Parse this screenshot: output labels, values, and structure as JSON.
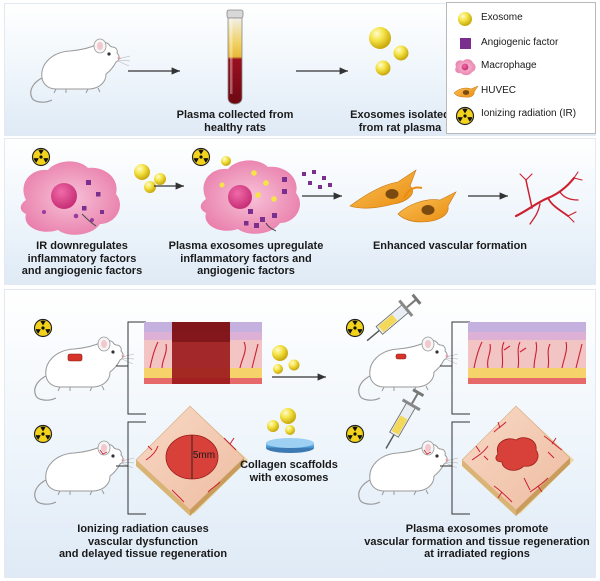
{
  "legend": {
    "exosome": "Exosome",
    "angiogenic_factor": "Angiogenic factor",
    "macrophage": "Macrophage",
    "huvec": "HUVEC",
    "ionizing_radiation": "Ionizing radiation (IR)"
  },
  "row1": {
    "plasma_caption": "Plasma collected from\nhealthy rats",
    "exosome_caption": "Exosomes isolated\nfrom rat plasma"
  },
  "row2": {
    "ir_caption": "IR downregulates\ninflammatory factors\nand angiogenic factors",
    "plasma_exo_caption": "Plasma exosomes upregulate\ninflammatory factors and\nangiogenic factors",
    "vascular_caption": "Enhanced vascular formation"
  },
  "row3": {
    "wound_size": "5mm",
    "scaffold_caption": "Collagen scaffolds\nwith exosomes",
    "left_caption": "Ionizing radiation causes\nvascular dysfunction\nand delayed tissue regeneration",
    "right_caption": "Plasma exosomes promote\nvascular formation and tissue regeneration\nat irradiated regions"
  },
  "colors": {
    "exosome": "#f3e03a",
    "angiogenic_factor": "#7a2e8e",
    "macrophage": "#ef9ac0",
    "huvec": "#f4a21c",
    "vessel": "#cc2030",
    "plasma": "#8a0f1a",
    "radiation": "#f3d21c"
  }
}
